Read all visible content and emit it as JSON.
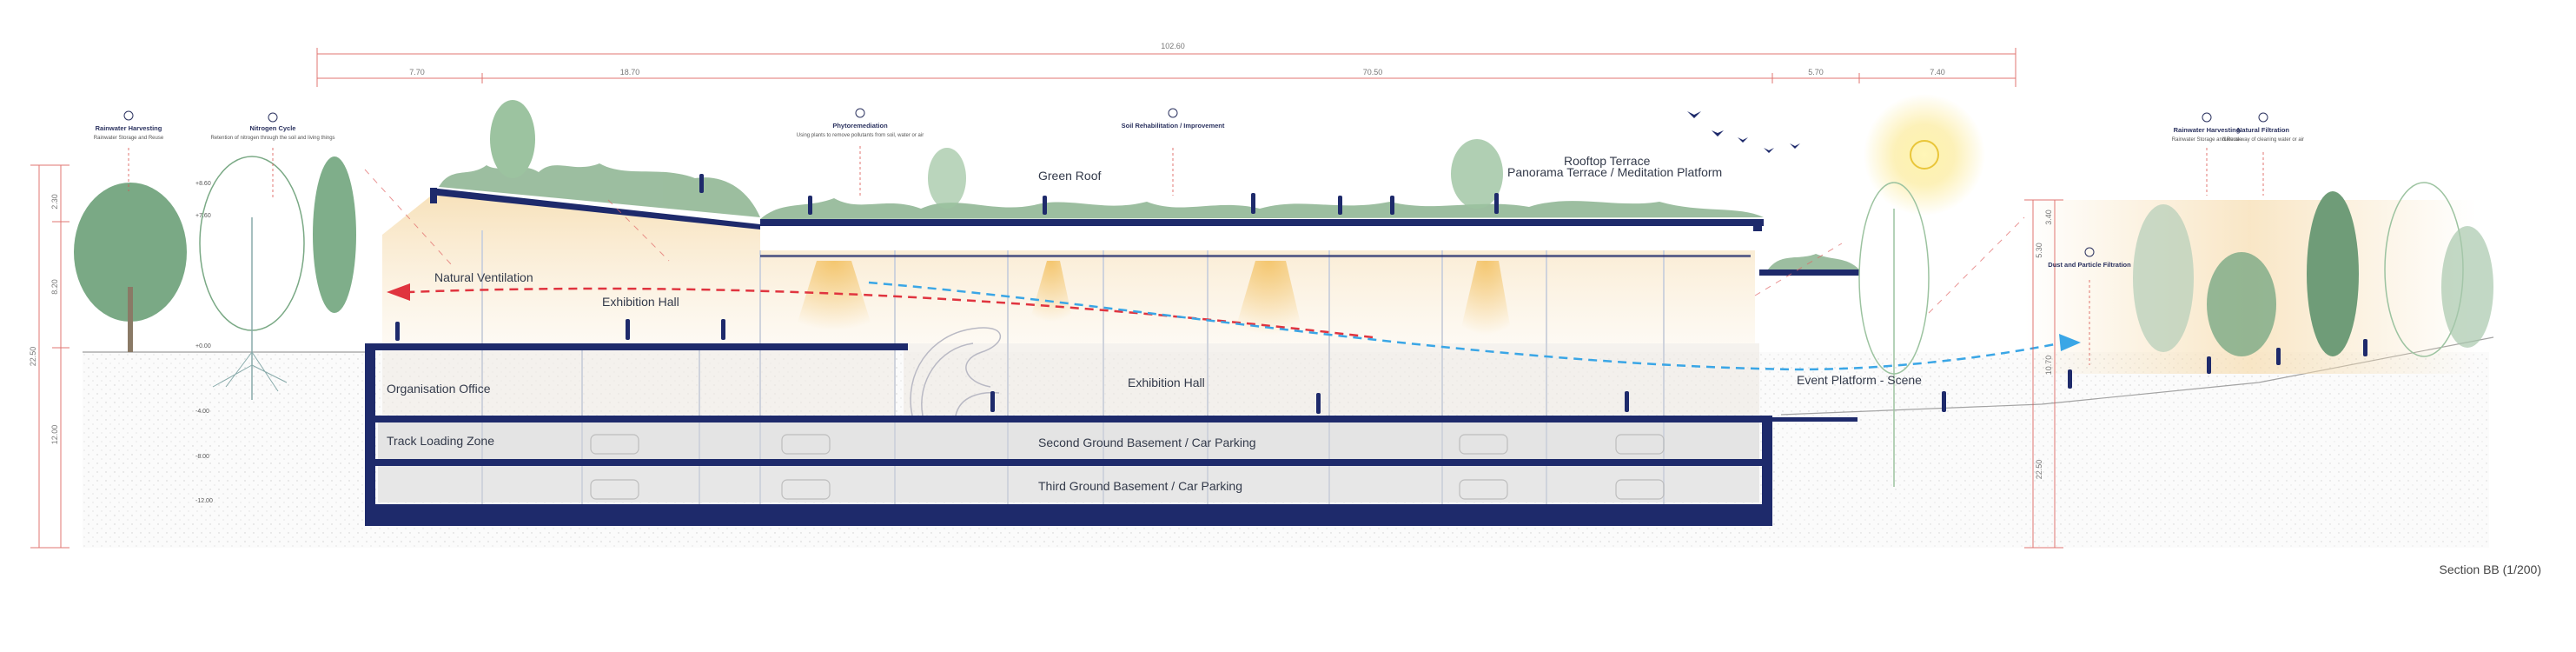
{
  "dimensions": {
    "overall": "102.60",
    "segments": [
      "7.70",
      "18.70",
      "70.50",
      "5.70",
      "7.40"
    ],
    "vertical_left": [
      "2.30",
      "8.20",
      "22.50",
      "12.00"
    ],
    "vertical_right": [
      "5.30",
      "3.40",
      "10.70",
      "22.50"
    ]
  },
  "labels": {
    "green_roof": "Green Roof",
    "rooftop_terrace": "Rooftop Terrace",
    "panorama_terrace": "Panorama Terrace / Meditation Platform",
    "natural_ventilation": "Natural Ventilation",
    "exhibition_hall_upper": "Exhibition Hall",
    "exhibition_hall_lower": "Exhibition Hall",
    "organisation_office": "Organisation Office",
    "track_loading_zone": "Track Loading Zone",
    "second_basement": "Second Ground Basement / Car Parking",
    "third_basement": "Third Ground Basement / Car Parking",
    "event_platform": "Event Platform - Scene",
    "section_caption": "Section BB (1/200)"
  },
  "notes": [
    {
      "title": "Rainwater Harvesting",
      "text": "Rainwater Storage and Reuse"
    },
    {
      "title": "Nitrogen Cycle",
      "text": "Retention of nitrogen through the soil and living things"
    },
    {
      "title": "Phytoremediation",
      "text": "Using plants to remove pollutants from soil, water or air"
    },
    {
      "title": "Soil Rehabilitation / Improvement",
      "text": ""
    },
    {
      "title": "Dust and Particle Filtration",
      "text": ""
    },
    {
      "title": "Rainwater Harvesting",
      "text": "Rainwater Storage and Reuse"
    },
    {
      "title": "Natural Filtration",
      "text": "Natural way of cleaning water or air"
    }
  ],
  "level_marks": [
    "+8.60",
    "+7.60",
    "+0.00",
    "-4.00",
    "-8.00",
    "-12.00"
  ],
  "colors": {
    "structure": "#1e2a6b",
    "ventilation_warm": "#e0343f",
    "ventilation_cool": "#3aa6e6",
    "dimension_red": "#d9534f",
    "vegetation": "#6f9c78",
    "warm_glow": "#f6dcae",
    "sun": "#f7d84a"
  }
}
